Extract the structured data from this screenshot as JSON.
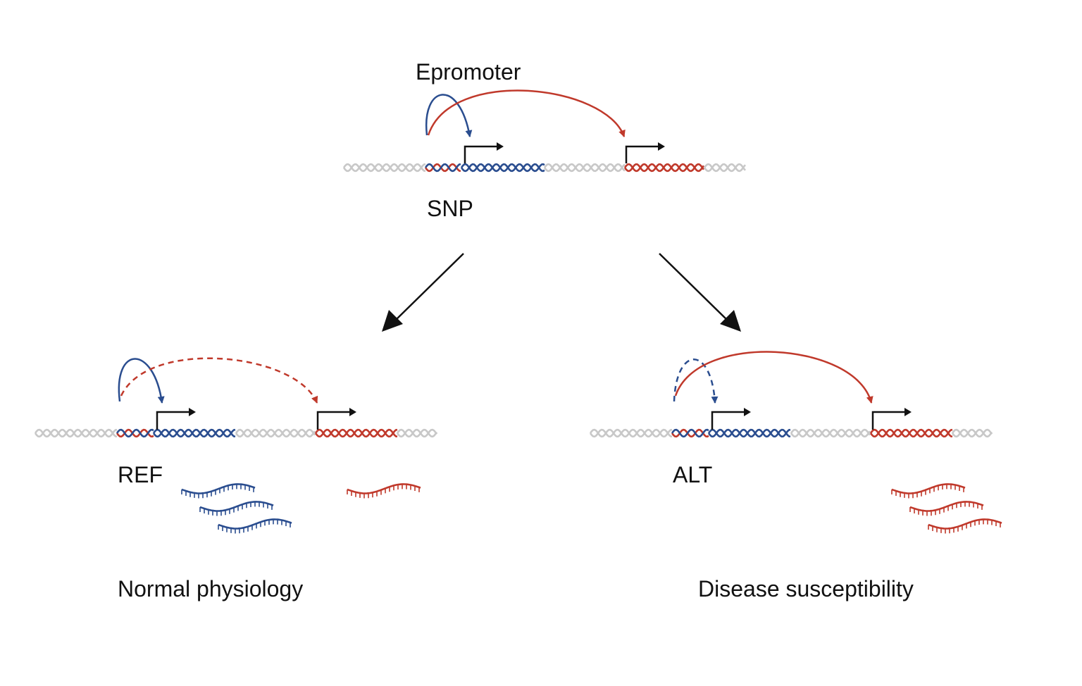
{
  "labels": {
    "top_title": "Epromoter",
    "top_sub": "SNP",
    "left_allele": "REF",
    "right_allele": "ALT",
    "left_outcome": "Normal physiology",
    "right_outcome": "Disease susceptibility"
  },
  "colors": {
    "blue": "#2a4d8f",
    "red": "#c0392b",
    "gray": "#c8c8c8",
    "black": "#111111"
  },
  "panels": {
    "top": {
      "blue_arc": "solid",
      "red_arc": "solid"
    },
    "left": {
      "blue_arc": "solid",
      "red_arc": "dashed",
      "blue_transcripts": 3,
      "red_transcripts": 1
    },
    "right": {
      "blue_arc": "dashed",
      "red_arc": "solid",
      "blue_transcripts": 0,
      "red_transcripts": 3
    }
  }
}
